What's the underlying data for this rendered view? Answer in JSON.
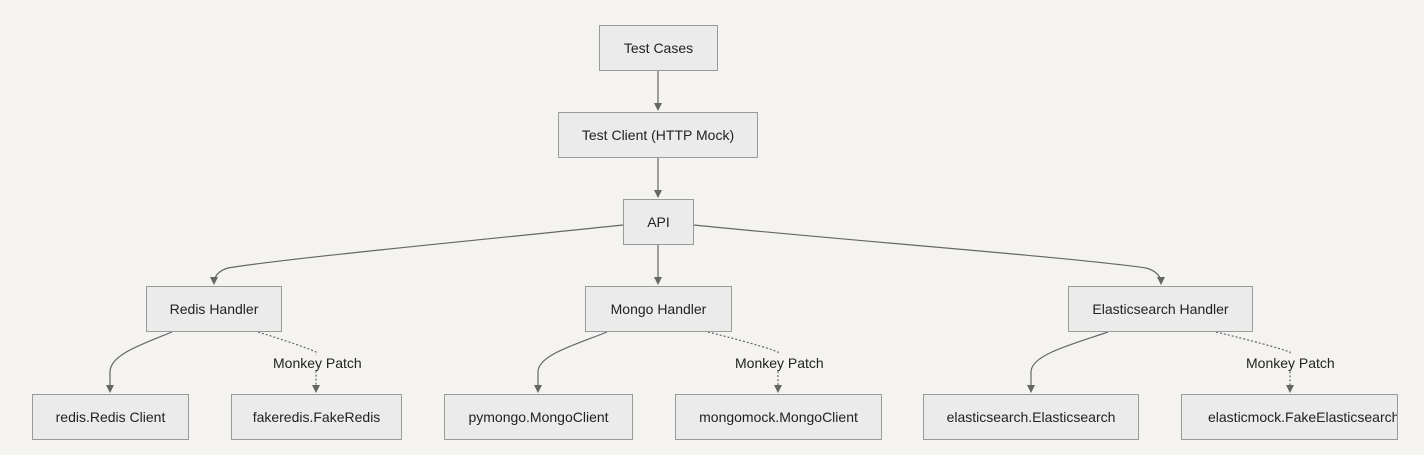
{
  "nodes": {
    "test_cases": "Test Cases",
    "test_client": "Test Client (HTTP Mock)",
    "api": "API",
    "redis_handler": "Redis Handler",
    "mongo_handler": "Mongo Handler",
    "es_handler": "Elasticsearch Handler",
    "redis_client": "redis.Redis Client",
    "fakeredis": "fakeredis.FakeRedis",
    "pymongo": "pymongo.MongoClient",
    "mongomock": "mongomock.MongoClient",
    "elasticsearch": "elasticsearch.Elasticsearch",
    "elasticmock": "elasticmock.FakeElasticsearch"
  },
  "edges": {
    "redis_patch": "Monkey Patch",
    "mongo_patch": "Monkey Patch",
    "es_patch": "Monkey Patch"
  },
  "colors": {
    "background": "#f4f3ef",
    "node_fill": "#ebebeb",
    "node_border": "#9a9a9a",
    "edge": "#666666"
  }
}
